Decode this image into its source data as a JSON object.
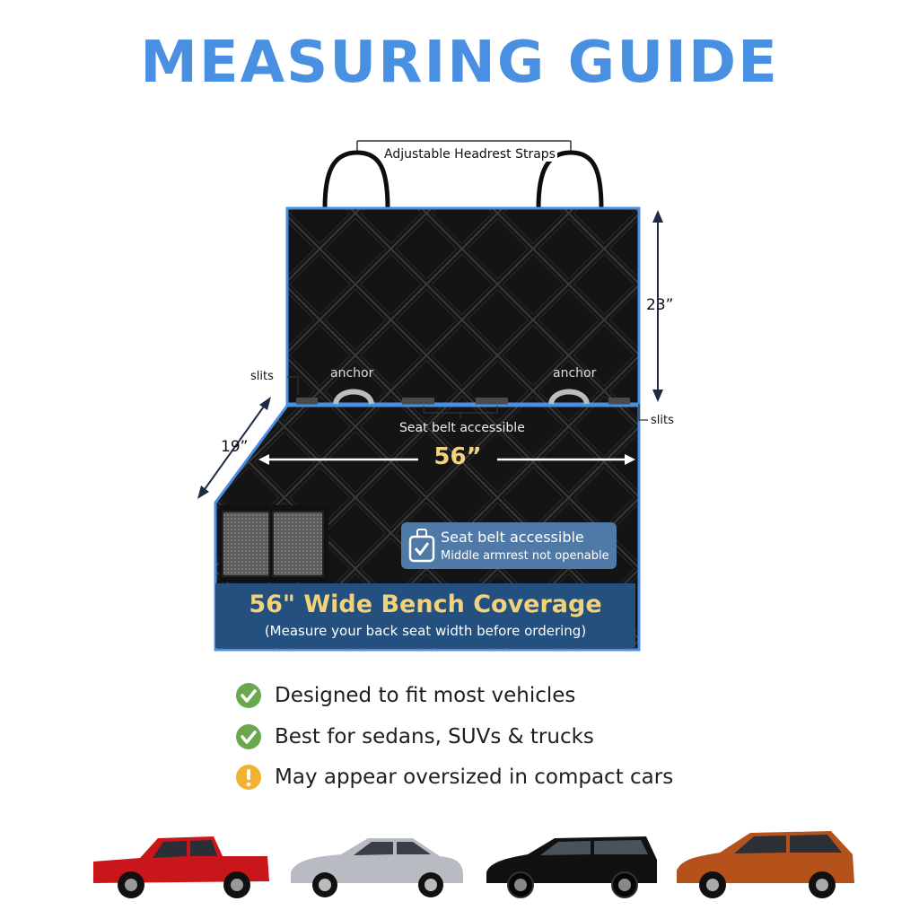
{
  "page": {
    "title": "MEASURING GUIDE",
    "accent_color": "#4a90e2"
  },
  "diagram": {
    "headrest_label": "Adjustable Headrest Straps",
    "height_label": "23”",
    "depth_label": "19”",
    "width_label": "56”",
    "slits_left": "slits",
    "slits_right": "slits",
    "anchor_left": "anchor",
    "anchor_right": "anchor",
    "seat_belt_label": "Seat belt accessible"
  },
  "badge": {
    "line1": "Seat belt accessible",
    "line2": "Middle armrest not openable",
    "icon": "seatbelt-buckle-icon"
  },
  "banner": {
    "headline": "56\" Wide Bench Coverage",
    "subline": "(Measure your back seat width before ordering)",
    "headline_color": "#f2d27a",
    "background_color": "#24507f"
  },
  "features": [
    {
      "text": "Designed to fit most vehicles",
      "icon": "check-circle-icon",
      "color": "#6aa84f"
    },
    {
      "text": "Best for sedans, SUVs & trucks",
      "icon": "check-circle-icon",
      "color": "#6aa84f"
    },
    {
      "text": "May appear oversized in compact cars",
      "icon": "warning-circle-icon",
      "color": "#f1b233"
    }
  ],
  "vehicles": [
    {
      "type": "pickup-truck",
      "color": "#c8161b"
    },
    {
      "type": "sedan",
      "color": "#b8bcc2"
    },
    {
      "type": "wagon",
      "color": "#111111"
    },
    {
      "type": "suv",
      "color": "#b5521c"
    }
  ]
}
